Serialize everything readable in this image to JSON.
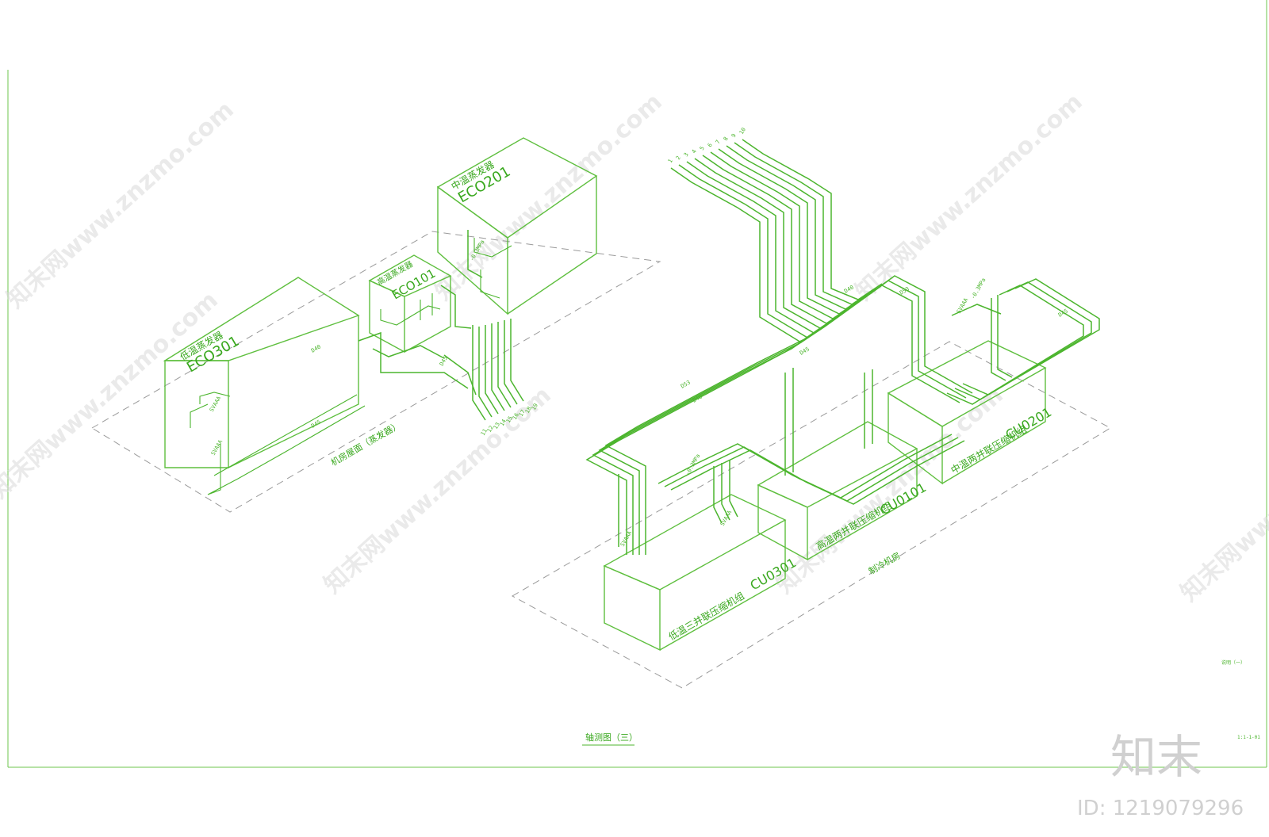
{
  "equipment": {
    "eco301": {
      "code": "ECO301",
      "name": "低温蒸发器"
    },
    "eco101": {
      "code": "ECO101",
      "name": "高温蒸发器"
    },
    "eco201": {
      "code": "ECO201",
      "name": "中温蒸发器"
    },
    "cu0301": {
      "code": "CU0301",
      "name": "低温三并联压缩机组"
    },
    "cu0101": {
      "code": "CU0101",
      "name": "高温两并联压缩机组"
    },
    "cu0201": {
      "code": "CU0201",
      "name": "中温两并联压缩机组"
    }
  },
  "areas": {
    "machine_room_top": "机房屋面（蒸发器）",
    "machine_room": "制冷机房"
  },
  "pipe_labels": {
    "d40": "D40",
    "d45": "D45",
    "d53": "D53",
    "sv": "SVAAA",
    "pressure": "-0.3MPa"
  },
  "top_pipe_numbers": [
    "1",
    "2",
    "3",
    "4",
    "5",
    "6",
    "7",
    "8",
    "9",
    "10"
  ],
  "bottom_pipe_numbers": [
    "11",
    "12",
    "13",
    "14",
    "15",
    "16",
    "17",
    "18",
    "19"
  ],
  "drawing_title": "轴测图（三）",
  "corner_note": "说明（一）",
  "sheet_no": "1:1-1-01",
  "brand": "知末",
  "id_label": "ID: 1219079296",
  "watermark_text": "知末网www.znzmo.com",
  "colors": {
    "line": "#5fbf3f",
    "accent": "#39a81e",
    "dash": "#9a9a9a"
  }
}
